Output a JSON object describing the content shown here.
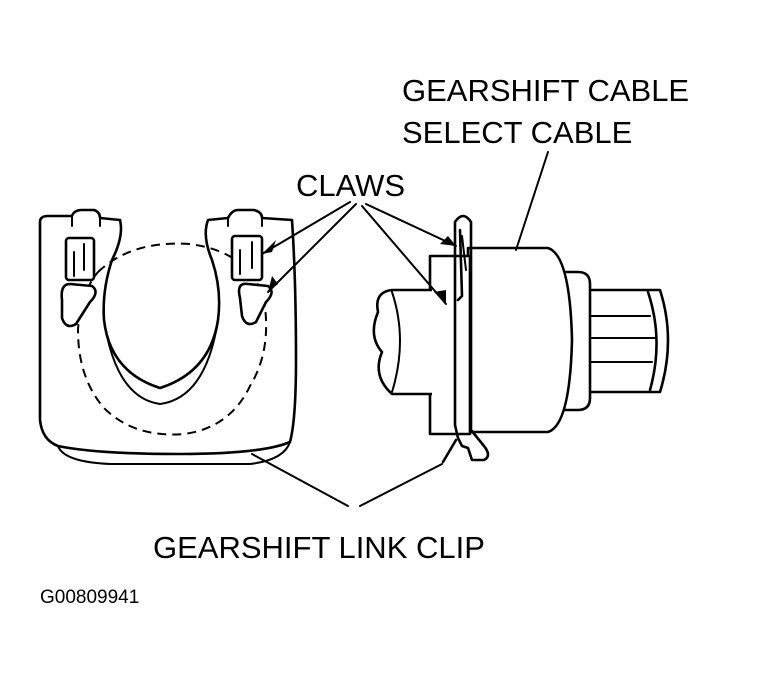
{
  "labels": {
    "cable_line1": "GEARSHIFT CABLE",
    "cable_line2": "SELECT CABLE",
    "claws": "CLAWS",
    "link_clip": "GEARSHIFT LINK CLIP",
    "figure_id": "G00809941"
  }
}
